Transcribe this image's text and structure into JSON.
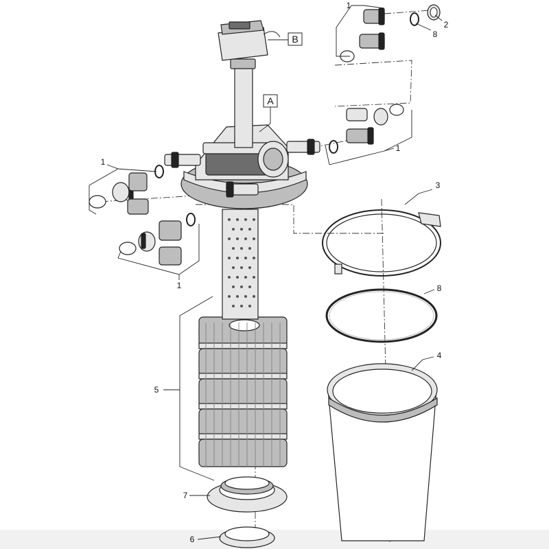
{
  "callouts": {
    "c1_top": "1",
    "c2": "2",
    "c8_top": "8",
    "c1_right": "1",
    "c1_left": "1",
    "c1_bottom_left": "1",
    "c3": "3",
    "c8_mid": "8",
    "c4": "4",
    "c5": "5",
    "c7": "7",
    "c6": "6"
  },
  "labels": {
    "a": "A",
    "b": "B"
  },
  "colors": {
    "line": "#222222",
    "part_light": "#e6e6e6",
    "part_mid": "#bdbdbd",
    "part_dark": "#6d6d6d",
    "background": "#ffffff"
  }
}
